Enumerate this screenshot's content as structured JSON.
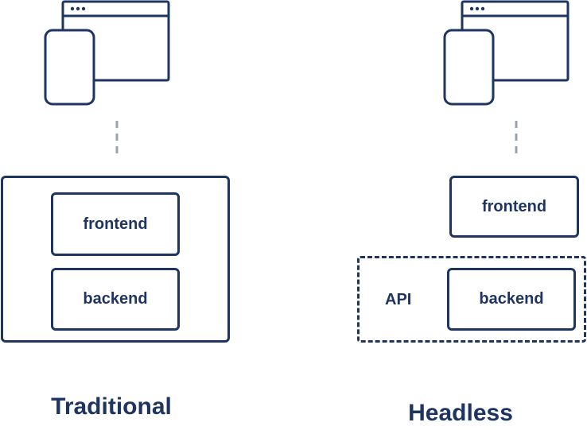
{
  "colors": {
    "primary": "#1e3461",
    "connector": "#9aa3ad",
    "background": "#ffffff"
  },
  "traditional": {
    "caption": "Traditional",
    "frontend_label": "frontend",
    "backend_label": "backend",
    "client_icons": [
      "browser-window-icon",
      "mobile-phone-icon"
    ]
  },
  "headless": {
    "caption": "Headless",
    "frontend_label": "frontend",
    "backend_label": "backend",
    "api_label": "API",
    "client_icons": [
      "browser-window-icon",
      "mobile-phone-icon"
    ]
  }
}
